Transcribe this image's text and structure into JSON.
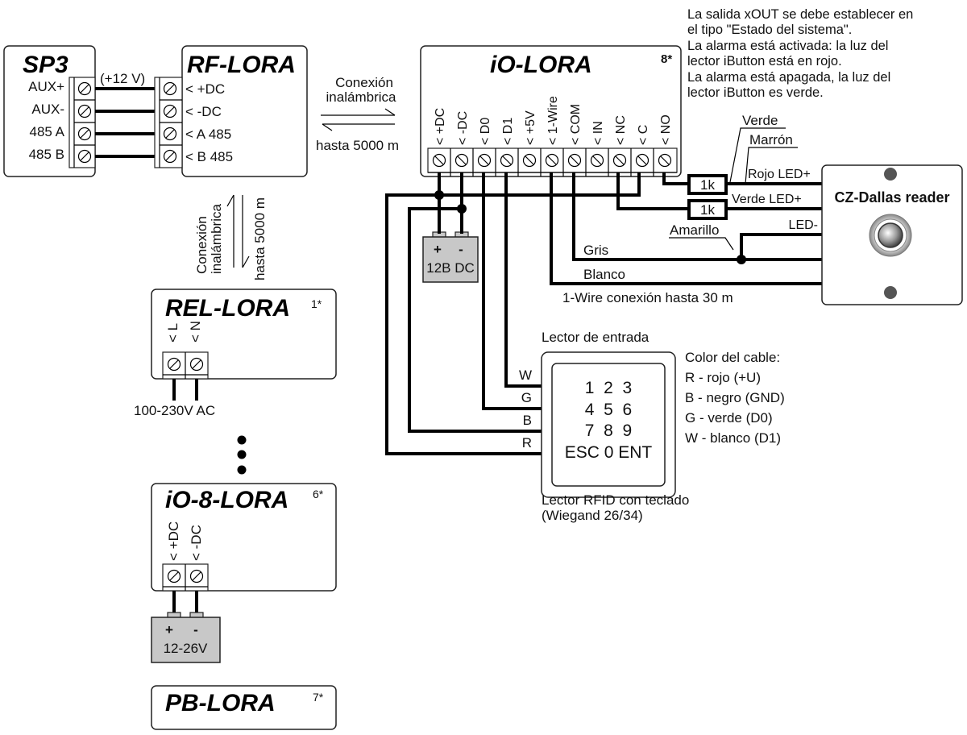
{
  "modules": {
    "sp3": {
      "title": "SP3",
      "terminals": [
        "AUX+",
        "AUX-",
        "485 A",
        "485 B"
      ]
    },
    "rf_lora": {
      "title": "RF-LORA",
      "terminals": [
        "< +DC",
        "< -DC",
        "< A 485",
        "< B 485"
      ]
    },
    "io_lora": {
      "title": "iO-LORA",
      "note": "8*",
      "terminals": [
        "< +DC",
        "< -DC",
        "< D0",
        "< D1",
        "< +5V",
        "< 1-Wire",
        "< COM",
        "< IN",
        "< NC",
        "< C",
        "< NO"
      ]
    },
    "rel_lora": {
      "title": "REL-LORA",
      "note": "1*",
      "terminals": [
        "< L",
        "< N"
      ],
      "supply": "100-230V AC"
    },
    "io8_lora": {
      "title": "iO-8-LORA",
      "note": "6*",
      "terminals": [
        "< +DC",
        "< -DC"
      ]
    },
    "pb_lora": {
      "title": "PB-LORA",
      "note": "7*"
    }
  },
  "labels": {
    "plus12v": "(+12 V)",
    "wireless_h_1": "Conexión",
    "wireless_h_2": "inalámbrica",
    "wireless_h_3": "hasta 5000 m",
    "wireless_v_1": "Conexión",
    "wireless_v_2": "inalámbrica",
    "wireless_v_3": "hasta 5000 m"
  },
  "psu_main": {
    "plus": "+",
    "minus": "-",
    "label": "12B DC"
  },
  "psu_io8": {
    "plus": "+",
    "minus": "-",
    "label": "12-26V"
  },
  "info_note": [
    "La salida xOUT se debe establecer en",
    "el tipo \"Estado del sistema\".",
    "La alarma está activada: la luz del",
    "lector iButton está en rojo.",
    "La alarma está apagada, la luz del",
    "lector iButton es verde."
  ],
  "dallas": {
    "title": "CZ-Dallas reader",
    "resistor": "1k",
    "wires": {
      "verde": "Verde",
      "marron": "Marrón",
      "rojo_led": "Rojo LED+",
      "verde_led": "Verde LED+",
      "led_minus": "LED-",
      "amarillo": "Amarillo",
      "gris": "Gris",
      "blanco": "Blanco",
      "onewire": "1-Wire conexión hasta 30 m"
    }
  },
  "keypad": {
    "caption_top": "Lector de entrada",
    "caption_bottom_1": "Lector RFID con teclado",
    "caption_bottom_2": "(Wiegand 26/34)",
    "wires": [
      "W",
      "G",
      "B",
      "R"
    ],
    "rows": [
      "1  2  3",
      "4  5  6",
      "7  8  9",
      "ESC 0 ENT"
    ]
  },
  "cable_colors": {
    "title": "Color del cable:",
    "items": [
      "R - rojo (+U)",
      "B - negro (GND)",
      "G - verde (D0)",
      "W - blanco (D1)"
    ]
  }
}
